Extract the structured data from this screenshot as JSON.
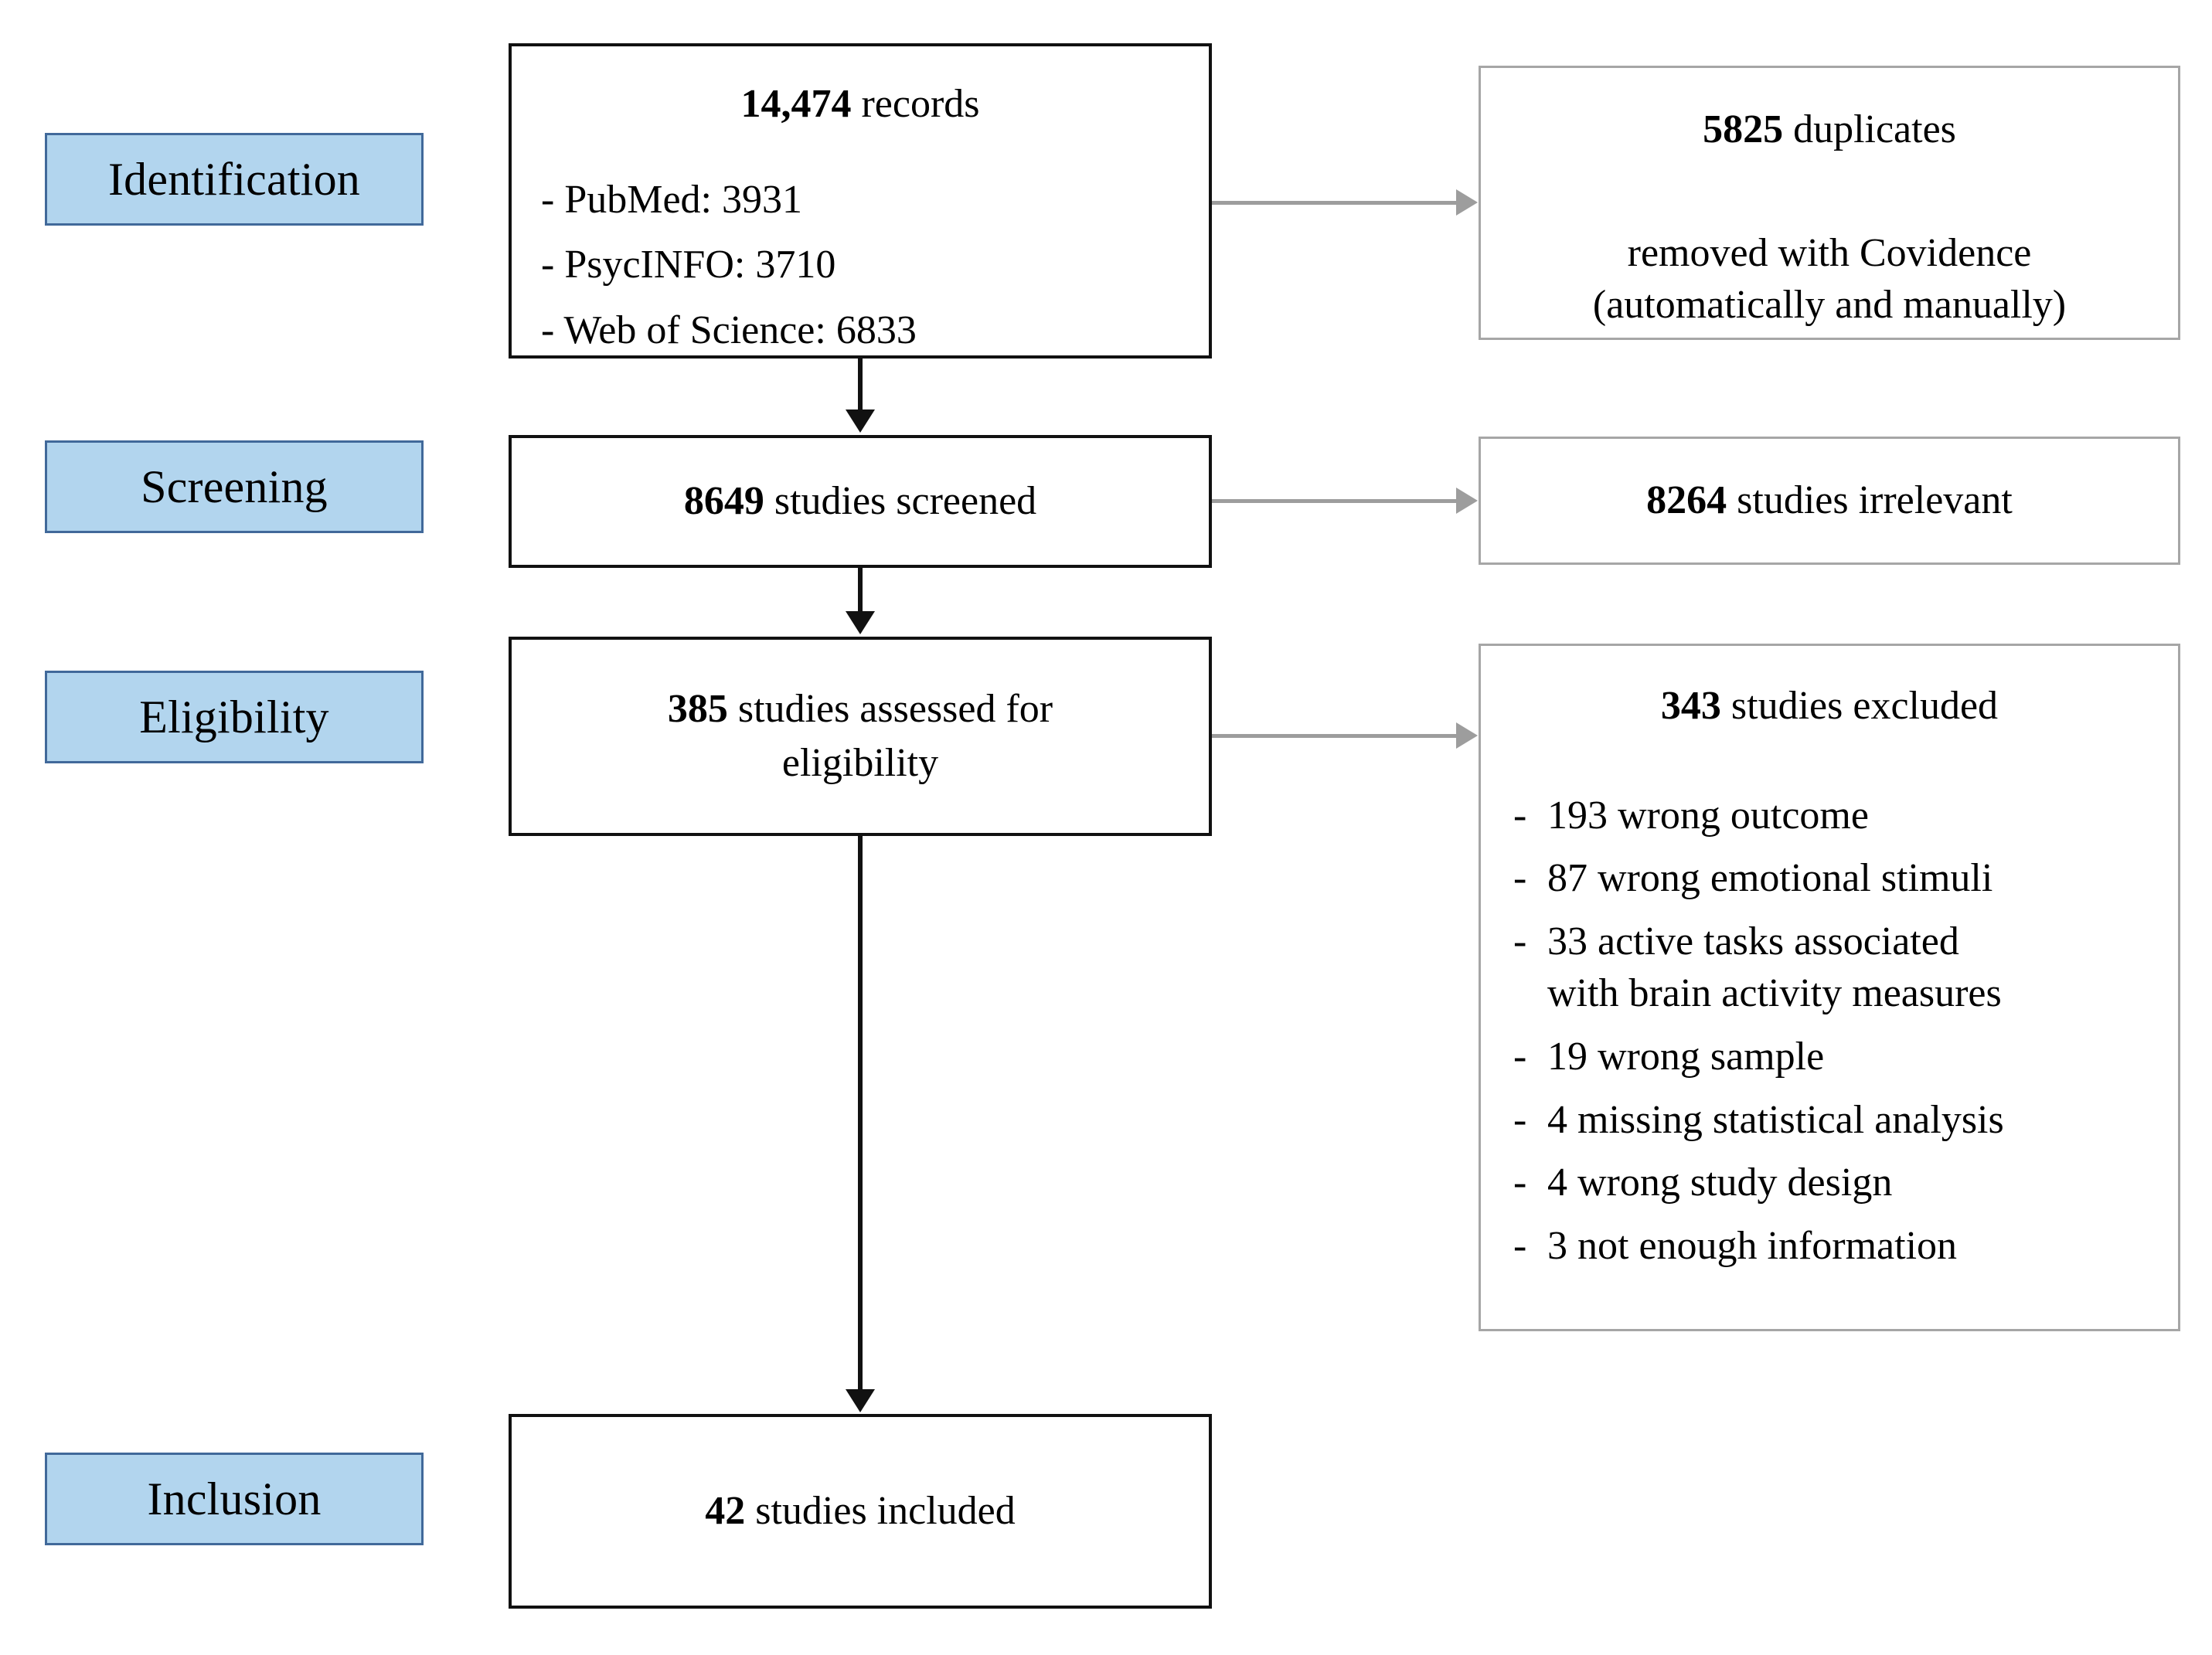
{
  "diagram": {
    "title": "PRISMA study selection flow diagram",
    "accent_blue": "#b2d5ee",
    "accent_blue_border": "#41699a",
    "box_border": "#111111",
    "side_box_border": "#a6a6a6",
    "arrow_gray": "#9d9d9d"
  },
  "stages": [
    {
      "key": "identification",
      "label": "Identification"
    },
    {
      "key": "screening",
      "label": "Screening"
    },
    {
      "key": "eligibility",
      "label": "Eligibility"
    },
    {
      "key": "inclusion",
      "label": "Inclusion"
    }
  ],
  "main_boxes": {
    "records": {
      "count": "14,474",
      "count_suffix": " records",
      "sources": [
        "- PubMed: 3931",
        "- PsycINFO: 3710",
        "- Web of Science: 6833"
      ]
    },
    "screened": {
      "count": "8649",
      "count_suffix": " studies screened"
    },
    "assessed": {
      "count": "385",
      "count_suffix": " studies assessed  for",
      "line2": "eligibility"
    },
    "included": {
      "count": "42",
      "count_suffix": " studies included"
    }
  },
  "side_boxes": {
    "duplicates": {
      "count": "5825",
      "count_suffix": " duplicates",
      "sub_line1": "removed with Covidence",
      "sub_line2": "(automatically  and manually)"
    },
    "irrelevant": {
      "count": "8264",
      "count_suffix": " studies irrelevant"
    },
    "excluded": {
      "count": "343",
      "count_suffix": " studies excluded",
      "reasons": [
        {
          "dash": "-",
          "text": "193 wrong outcome"
        },
        {
          "dash": "-",
          "text": "87 wrong emotional stimuli"
        },
        {
          "dash": "-",
          "text": "33 active tasks associated"
        },
        {
          "dash": "",
          "text": "with brain activity measures"
        },
        {
          "dash": "-",
          "text": "19 wrong sample"
        },
        {
          "dash": "-",
          "text": "4 missing statistical analysis"
        },
        {
          "dash": "-",
          "text": "4 wrong study design"
        },
        {
          "dash": "-",
          "text": "3 not enough information"
        }
      ]
    }
  }
}
